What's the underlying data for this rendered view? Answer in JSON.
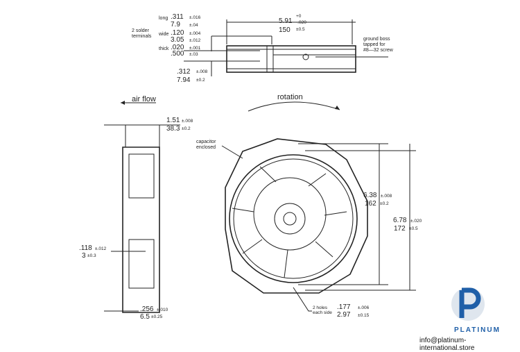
{
  "top_view": {
    "terminals_label": [
      "2 solder",
      "terminals"
    ],
    "long": {
      "label": "long",
      "in": ".311",
      "in_tol": "±.016",
      "mm": "7.9",
      "mm_tol": "±.04"
    },
    "wide": {
      "label": "wide",
      "in": ".120",
      "in_tol": "±.004",
      "mm": "3.05",
      "mm_tol": "±.012"
    },
    "thick": {
      "label": "thick",
      "in": ".020",
      "in_tol": "±.001",
      "mm": ".500",
      "mm_tol": "±.03"
    },
    "offset": {
      "in": ".312",
      "in_tol": "±.008",
      "mm": "7.94",
      "mm_tol": "±0.2"
    },
    "width": {
      "in": "5.91",
      "in_tol_top": "+0",
      "in_tol_bot": "-.020",
      "mm": "150",
      "mm_tol": "±0.5"
    },
    "ground_label": [
      "ground boss",
      "tapped for",
      "#8—32 screw"
    ]
  },
  "side_view": {
    "airflow_label": "air flow",
    "depth": {
      "in": "1.51",
      "in_tol": "±.008",
      "mm": "38.3",
      "mm_tol": "±0.2"
    },
    "flange": {
      "in": ".118",
      "in_tol": "±.012",
      "mm": "3",
      "mm_tol": "±0.3"
    },
    "lip": {
      "in": ".256",
      "in_tol": "±.010",
      "mm": "6.5",
      "mm_tol": "±0.25"
    }
  },
  "front_view": {
    "rotation_label": "rotation",
    "capacitor_label": [
      "capacitor",
      "enclosed"
    ],
    "hole_span": {
      "in": "6.38",
      "in_tol": "±.008",
      "mm": "162",
      "mm_tol": "±0.2"
    },
    "height": {
      "in": "6.78",
      "in_tol": "±.020",
      "mm": "172",
      "mm_tol": "±0.5"
    },
    "holes_label": [
      "2 holes",
      "each side"
    ],
    "holes": {
      "in": ".177",
      "in_tol": "±.006",
      "mm": "2.97",
      "mm_tol": "±0.15"
    }
  },
  "branding": {
    "logo_text": "PLATINUM",
    "email": "info@platinum-international.store",
    "accent": "#1f5fa8"
  }
}
